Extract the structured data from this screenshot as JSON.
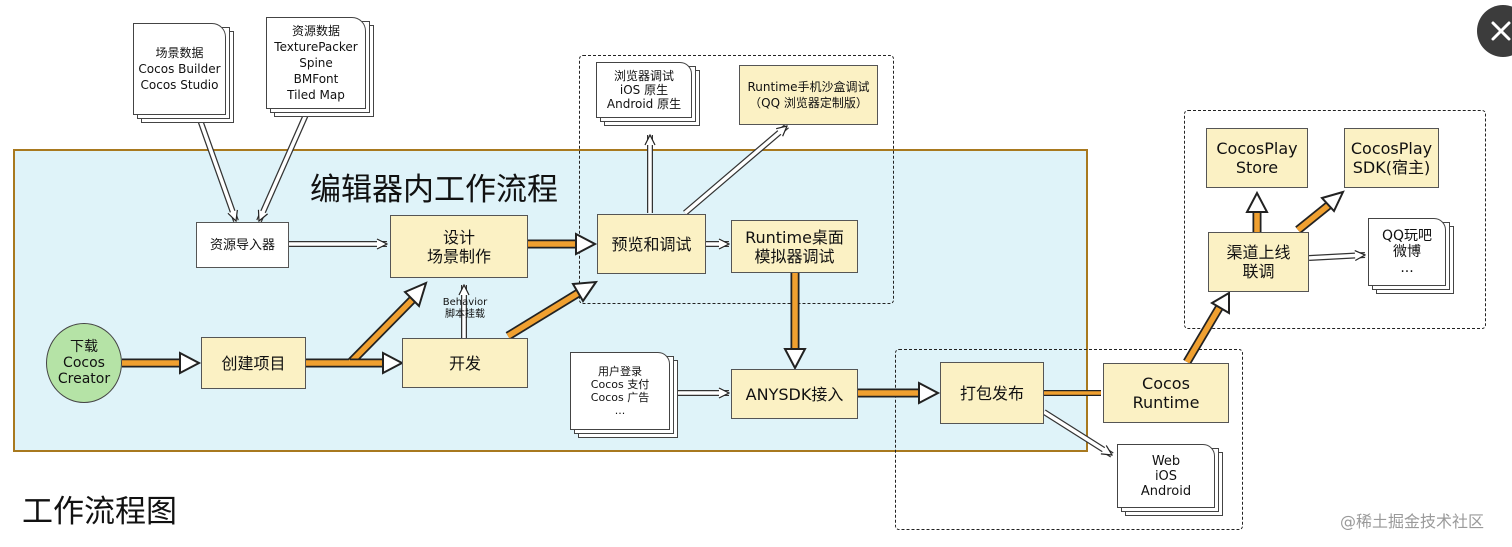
{
  "title_inner": "编辑器内工作流程",
  "title_main": "工作流程图",
  "watermark": "@稀土掘金技术社区",
  "colors": {
    "region_fill": "#dff3f9",
    "region_border": "#a8791f",
    "node_fill": "#fbf1c4",
    "start_fill": "#b5e3a6",
    "thick_arrow": "#f0a030"
  },
  "docs": {
    "scene_data": [
      "场景数据",
      "Cocos Builder",
      "Cocos Studio"
    ],
    "resource_data": [
      "资源数据",
      "TexturePacker",
      "Spine",
      "BMFont",
      "Tiled Map"
    ],
    "browser_debug": [
      "浏览器调试",
      "iOS 原生",
      "Android 原生"
    ],
    "user_services": [
      "用户登录",
      "Cocos 支付",
      "Cocos 广告",
      "..."
    ],
    "qq_play": [
      "QQ玩吧",
      "微博",
      "..."
    ],
    "platforms": [
      "Web",
      "iOS",
      "Android"
    ]
  },
  "nodes": {
    "resource_importer": "资源导入器",
    "design": [
      "设计",
      "场景制作"
    ],
    "preview": "预览和调试",
    "runtime_desktop": [
      "Runtime桌面",
      "模拟器调试"
    ],
    "runtime_mobile": [
      "Runtime手机沙盒调试",
      "（QQ 浏览器定制版）"
    ],
    "create_project": "创建项目",
    "develop": "开发",
    "anysdk": "ANYSDK接入",
    "package": "打包发布",
    "cocos_runtime": [
      "Cocos",
      "Runtime"
    ],
    "channel": [
      "渠道上线",
      "联调"
    ],
    "cocosplay_store": [
      "CocosPlay",
      "Store"
    ],
    "cocosplay_sdk": [
      "CocosPlay",
      "SDK(宿主)"
    ]
  },
  "start": [
    "下载",
    "Cocos",
    "Creator"
  ],
  "behavior": [
    "Behavior",
    "脚本挂载"
  ]
}
